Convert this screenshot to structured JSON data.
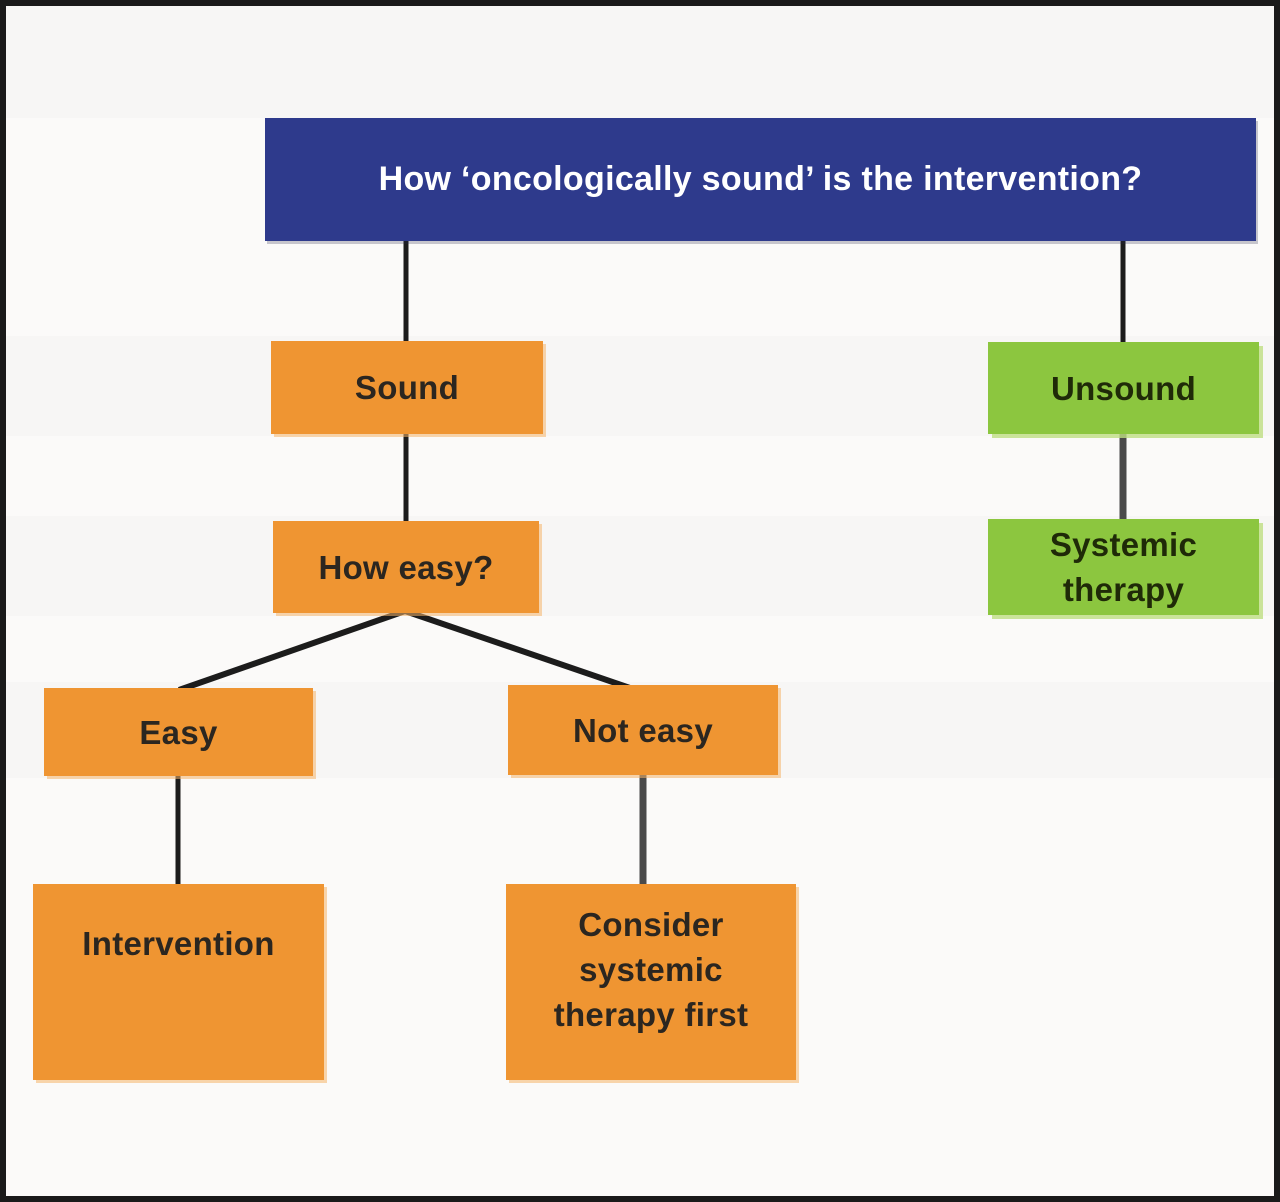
{
  "diagram": {
    "title": {
      "label": "How ‘oncologically sound’ is the intervention?"
    },
    "nodes": {
      "sound": {
        "label": "Sound"
      },
      "unsound": {
        "label": "Unsound"
      },
      "how_easy": {
        "label": "How easy?"
      },
      "systemic": {
        "label": "Systemic\ntherapy"
      },
      "easy": {
        "label": "Easy"
      },
      "not_easy": {
        "label": "Not easy"
      },
      "intervention": {
        "label": "Intervention"
      },
      "consider": {
        "label": "Consider\nsystemic\ntherapy first"
      }
    },
    "edges": [
      {
        "from": "title",
        "to": "sound"
      },
      {
        "from": "title",
        "to": "unsound"
      },
      {
        "from": "sound",
        "to": "how_easy"
      },
      {
        "from": "unsound",
        "to": "systemic"
      },
      {
        "from": "how_easy",
        "to": "easy"
      },
      {
        "from": "how_easy",
        "to": "not_easy"
      },
      {
        "from": "easy",
        "to": "intervention"
      },
      {
        "from": "not_easy",
        "to": "consider"
      }
    ]
  },
  "colors": {
    "blue": "#2e3a8c",
    "orange": "#ef9532",
    "green": "#8cc63f",
    "node-text": "#2b2620",
    "title-text": "#ffffff",
    "line-black": "#1c1c1c",
    "line-gray": "#4a4a4a",
    "bg": "#fbfaf9",
    "frame": "#1a1a1a"
  }
}
